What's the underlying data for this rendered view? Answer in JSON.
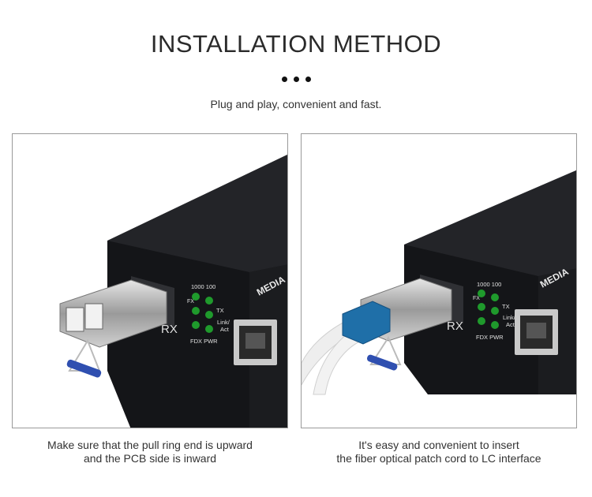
{
  "header": {
    "title": "INSTALLATION METHOD",
    "subtitle": "Plug and play, convenient and fast."
  },
  "panels": [
    {
      "device_labels": {
        "brand": "MEDIA",
        "speed": "1000 100",
        "fx": "FX",
        "tx": "TX",
        "link": "Link/",
        "act": "Act",
        "fdx_pwr": "FDX PWR",
        "rx": "RX"
      },
      "caption": {
        "line1": "Make sure that the pull ring end is upward",
        "line2": "and the PCB side is inward"
      }
    },
    {
      "device_labels": {
        "brand": "MEDIA",
        "speed": "1000 100",
        "fx": "FX",
        "tx": "TX",
        "link": "Link/",
        "act": "Act",
        "fdx_pwr": "FDX PWR",
        "rx": "RX"
      },
      "caption": {
        "line1": "It's easy and convenient to insert",
        "line2": "the fiber optical patch cord to LC interface"
      }
    }
  ],
  "colors": {
    "device_body": "#1c1d20",
    "led_green": "#1f9a2c",
    "pull_ring_blue": "#2f4fb0",
    "lc_connector_blue": "#1f6fa8"
  }
}
